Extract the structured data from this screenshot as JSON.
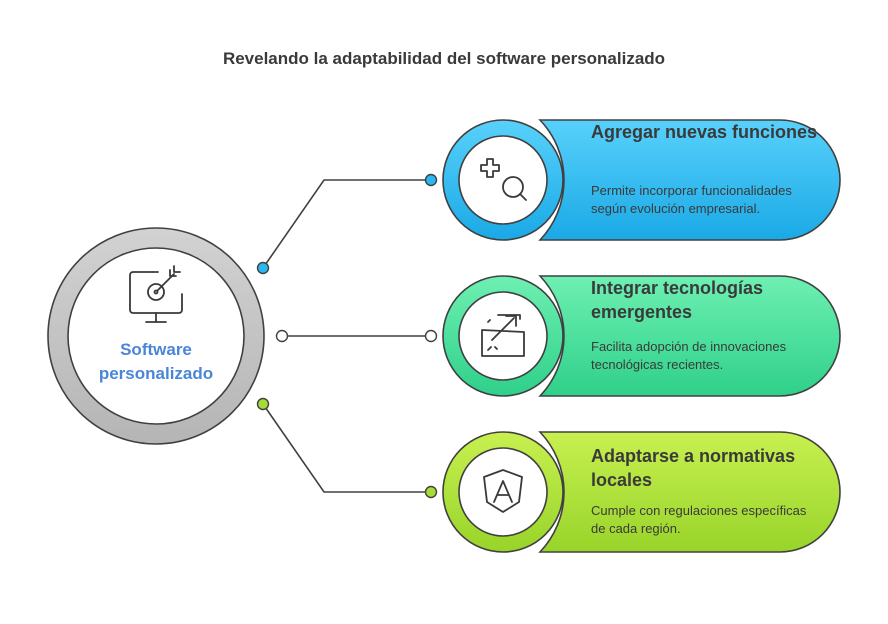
{
  "title": "Revelando la adaptabilidad del software personalizado",
  "hub": {
    "label": "Software personalizado",
    "icon": "monitor-target-icon"
  },
  "items": [
    {
      "title": "Agregar nuevas funciones",
      "description": "Permite incorporar funcionalidades según evolución empresarial.",
      "icon": "add-search-icon",
      "color": "#29b8f0"
    },
    {
      "title": "Integrar tecnologías emergentes",
      "description": "Facilita adopción de innovaciones tecnológicas recientes.",
      "icon": "tech-arrow-icon",
      "color": "#3edb95"
    },
    {
      "title": "Adaptarse a normativas locales",
      "description": "Cumple con regulaciones específicas de cada región.",
      "icon": "angular-shield-icon",
      "color": "#a6dd35"
    }
  ]
}
